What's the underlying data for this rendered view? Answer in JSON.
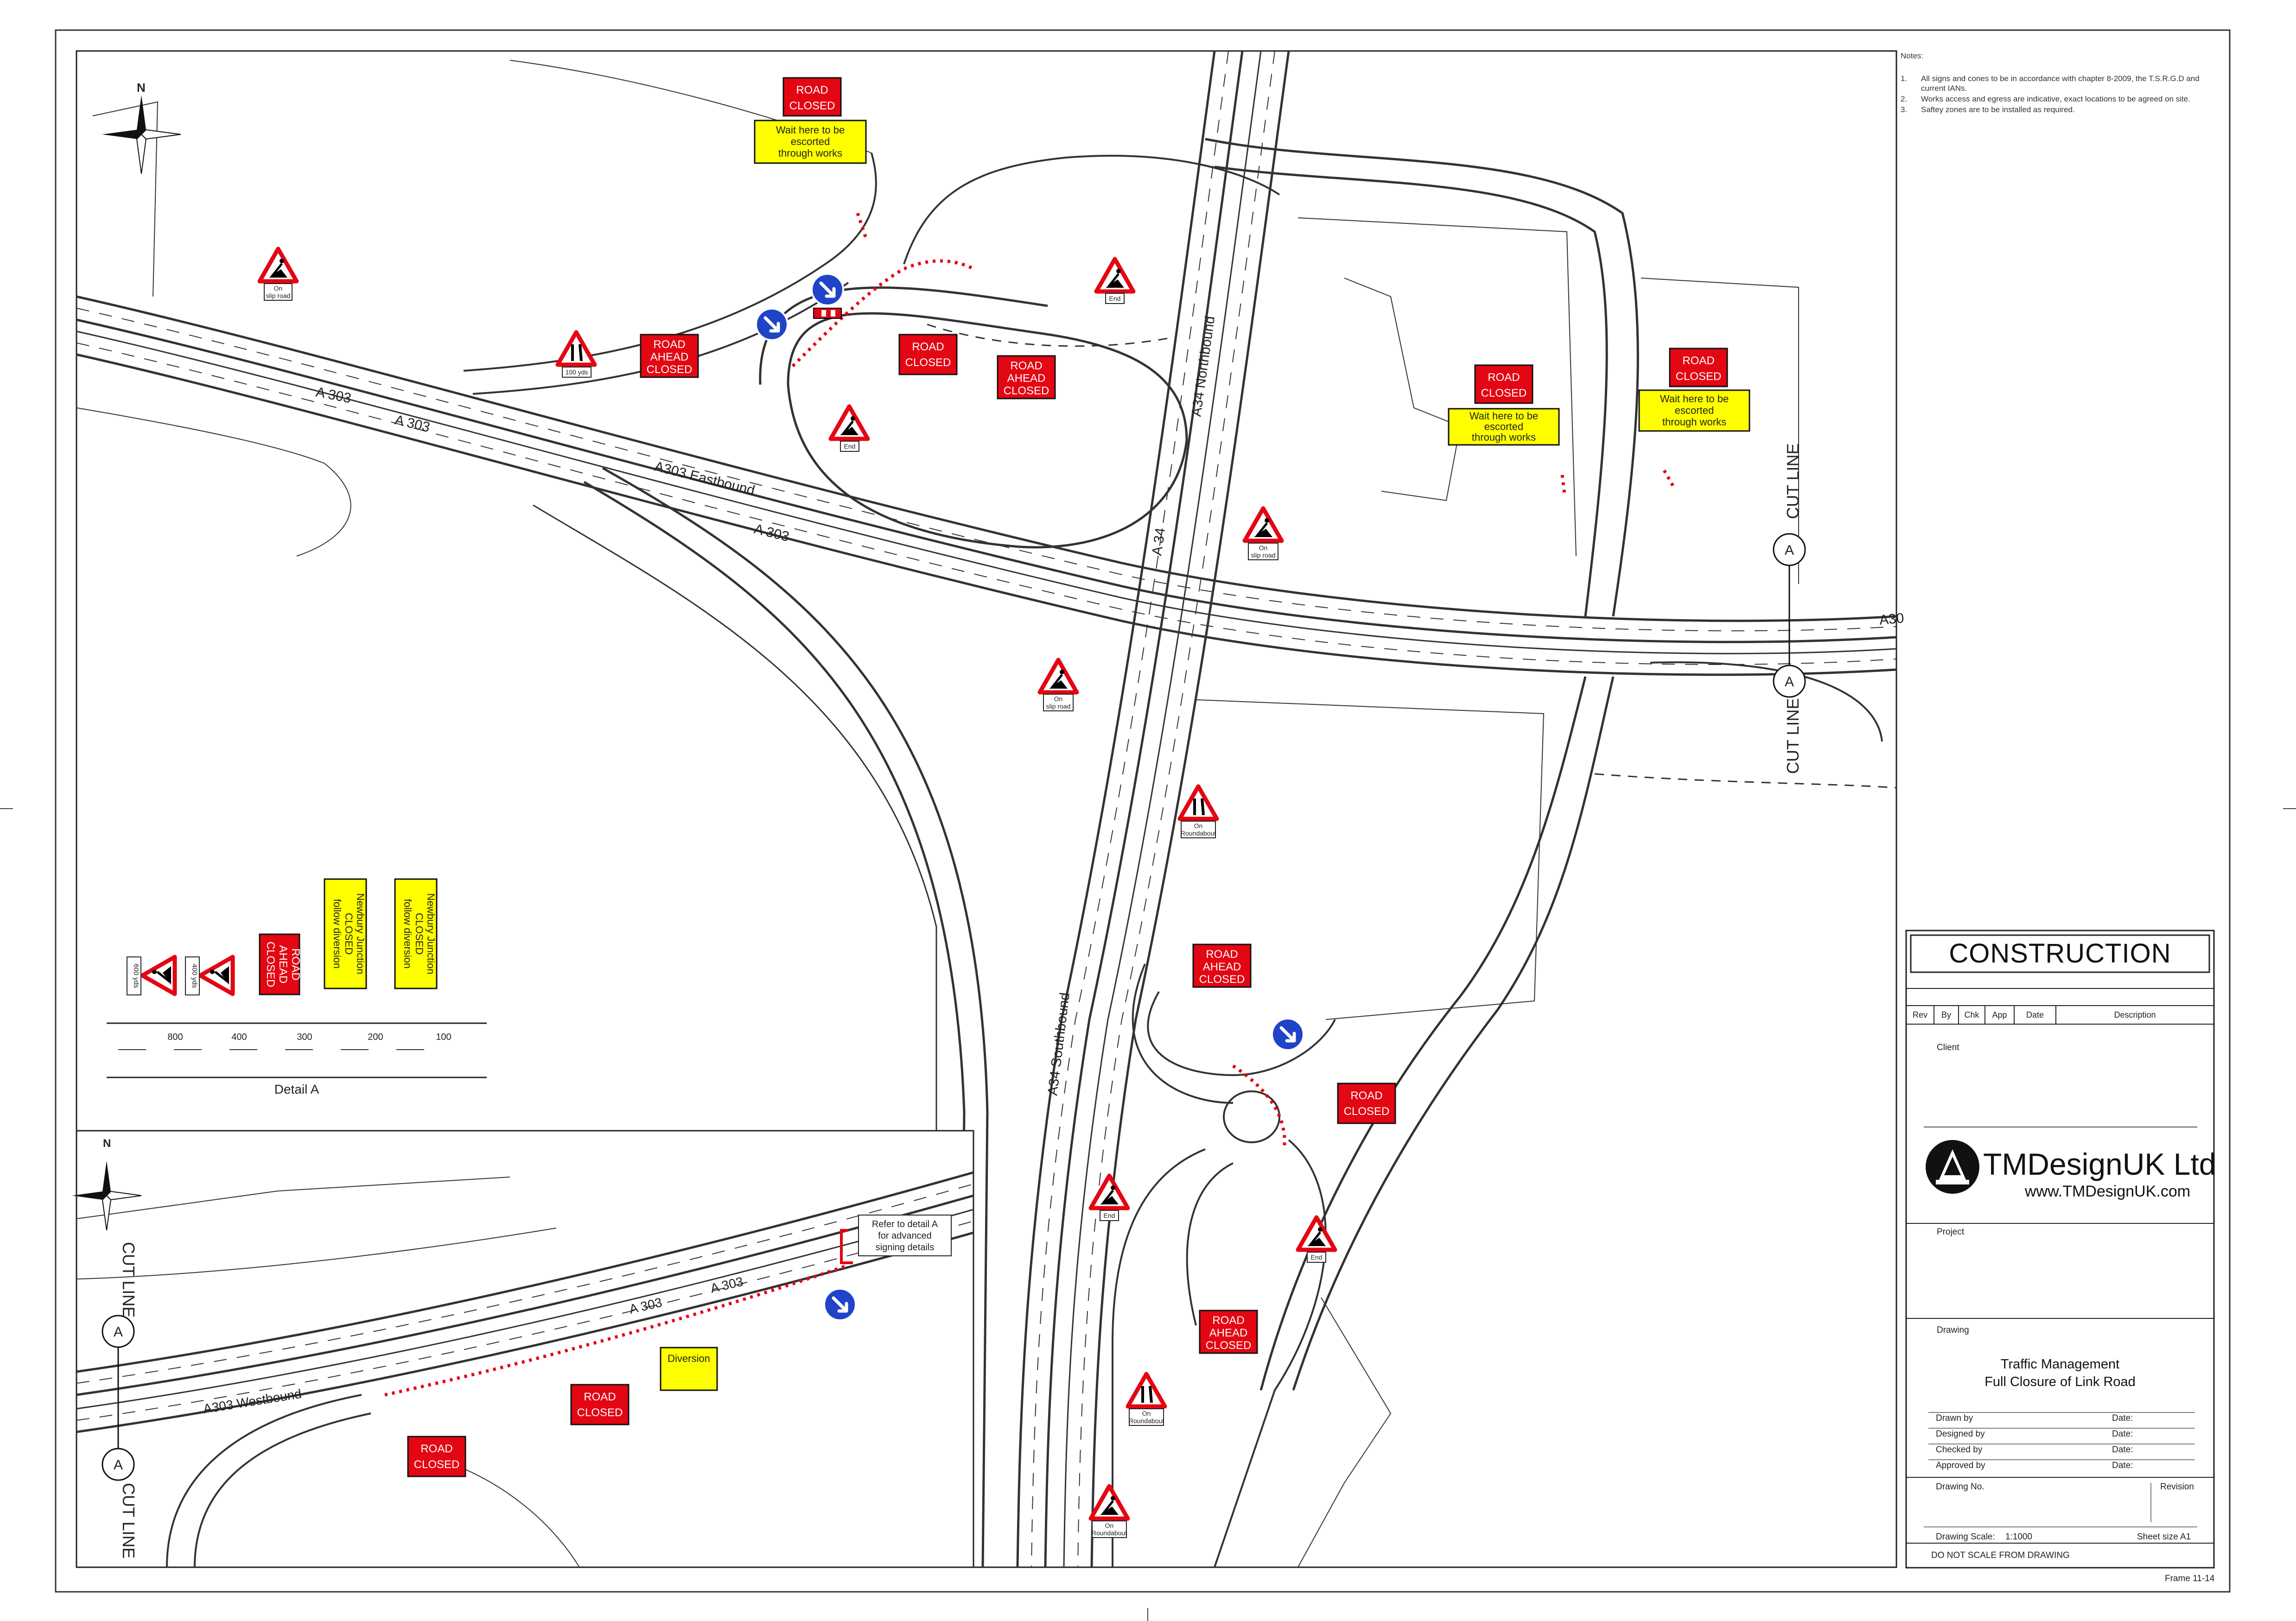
{
  "notes": {
    "heading": "Notes:",
    "items": [
      {
        "num": "1.",
        "text": "All signs and cones to be in accordance with chapter 8-2009, the T.S.R.G.D and current IANs."
      },
      {
        "num": "2.",
        "text": "Works access and egress are indicative, exact locations to be agreed on site."
      },
      {
        "num": "3.",
        "text": "Saftey zones are to be installed as required."
      }
    ]
  },
  "title_block": {
    "status": "CONSTRUCTION",
    "rev_headers": [
      "Rev",
      "By",
      "Chk",
      "App",
      "Date",
      "Description"
    ],
    "client_label": "Client",
    "company": "TMDesignUK Ltd",
    "website": "www.TMDesignUK.com",
    "project_label": "Project",
    "drawing_label": "Drawing",
    "drawing_title_1": "Traffic Management",
    "drawing_title_2": "Full Closure of Link Road",
    "drawn_by": "Drawn by",
    "designed_by": "Designed by",
    "checked_by": "Checked by",
    "approved_by": "Approved by",
    "date_label": "Date:",
    "drawing_no": "Drawing No.",
    "revision": "Revision",
    "scale_label": "Drawing Scale:",
    "scale_value": "1:1000",
    "sheet_size": "Sheet size A1",
    "disclaimer": "DO NOT SCALE FROM DRAWING",
    "frame": "Frame 11-14"
  },
  "map": {
    "north": "N",
    "cut_line": "CUT LINE",
    "cut_marker": "A",
    "roads": {
      "a303": "A 303",
      "a303_eb": "A303 Eastbound",
      "a303_wb": "A303 Westbound",
      "a34": "A 34",
      "a34_nb": "A34 Northbound",
      "a34_sb": "A34 Southbound",
      "a303_short": "A30"
    },
    "signs": {
      "road_closed_1": "ROAD",
      "road_closed_2": "CLOSED",
      "rac_1": "ROAD",
      "rac_2": "AHEAD",
      "rac_3": "CLOSED",
      "wait_1": "Wait here to be",
      "wait_2": "escorted",
      "wait_3": "through works",
      "on_slip_1": "On",
      "on_slip_2": "slip road",
      "on_rbt_1": "On",
      "on_rbt_2": "Roundabout",
      "end": "End",
      "yds_100": "100 yds",
      "diversion": "Diversion",
      "refer_1": "Refer to detail A",
      "refer_2": "for advanced",
      "refer_3": "signing details"
    },
    "detail_a": {
      "title": "Detail A",
      "distances": [
        "800",
        "400",
        "300",
        "200",
        "100"
      ],
      "plate_600": "600 yds",
      "plate_400": "400 yds",
      "newbury_1": "Newbury Junction",
      "newbury_2": "CLOSED",
      "newbury_3": "follow diversion"
    }
  }
}
